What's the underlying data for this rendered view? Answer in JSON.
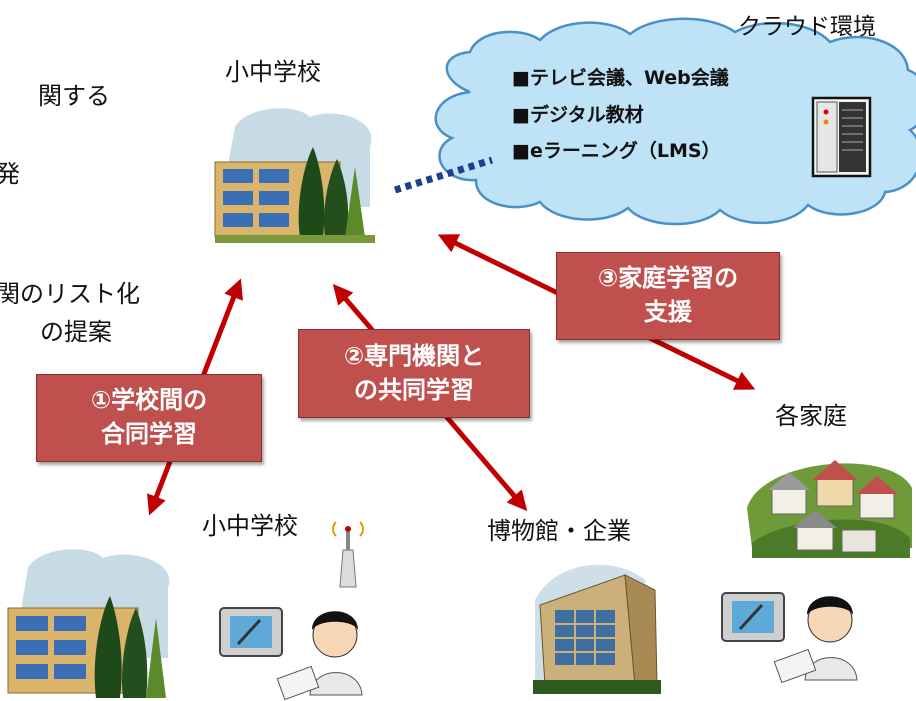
{
  "left_fragments": [
    "関する",
    "発",
    "関のリスト化",
    "の提案"
  ],
  "cloud": {
    "title": "クラウド環境",
    "items": [
      "■テレビ会議、Web会議",
      "■デジタル教材",
      "■eラーニング（LMS）"
    ],
    "fill": "#bfe3f6",
    "stroke": "#4a90c8"
  },
  "nodes": {
    "school_top": "小中学校",
    "school_bottom": "小中学校",
    "museum": "博物館・企業",
    "homes": "各家庭"
  },
  "labels": {
    "joint_learning": [
      "①学校間の",
      "合同学習"
    ],
    "expert_learning": [
      "②専門機関と",
      "の共同学習"
    ],
    "home_support": [
      "③家庭学習の",
      "支援"
    ]
  },
  "colors": {
    "arrow": "#c00000",
    "label_box": "#c0504d",
    "link_dots": "#1f3f8f"
  },
  "icons": [
    "school-building-icon",
    "server-rack-icon",
    "antenna-icon",
    "student-tablet-icon",
    "museum-building-icon",
    "houses-icon"
  ]
}
